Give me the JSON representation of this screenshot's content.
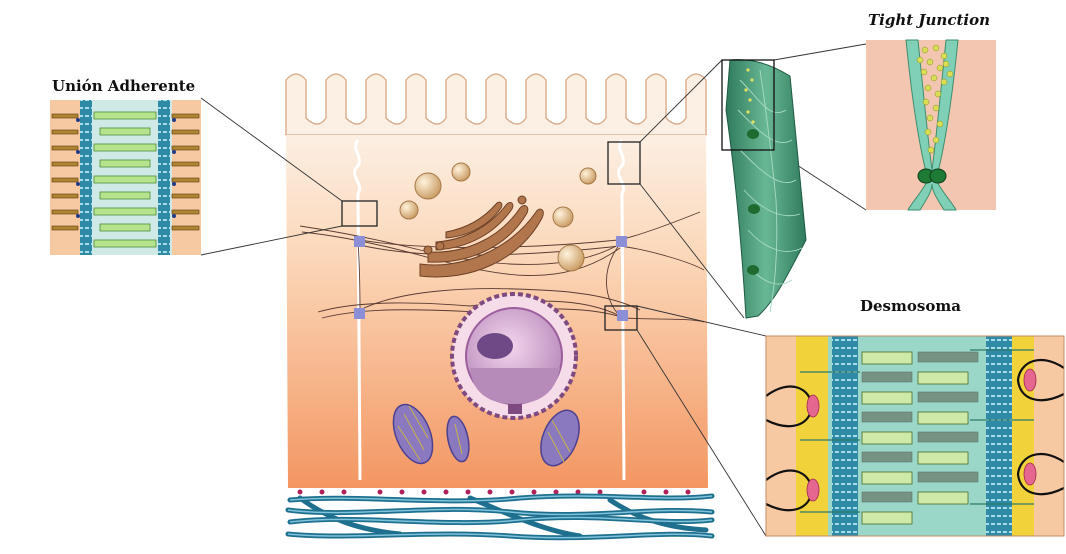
{
  "labels": {
    "adherens": "Unión Adherente",
    "tight": "Tight Junction",
    "desmosome": "Desmosoma"
  },
  "colors": {
    "background": "#ffffff",
    "cytoplasm_top": "#fbe9d8",
    "cytoplasm_bottom": "#f49a6a",
    "membrane": "#f7e1d3",
    "microvilli_outline": "#d8a886",
    "vesicle": "#e7c08f",
    "golgi": "#b2764c",
    "nucleus": "#8e6aa2",
    "mitochondria": "#8a79bf",
    "basement_fibers": "#4a9dbd",
    "tight_strand": "#3e8d6d",
    "tight_panel_bg": "#f3c6b1",
    "adherens_bg": "#cfe9e6",
    "desmosome_bg": "#9ad7c9",
    "desmosome_side": "#f1d23a",
    "plaque": "#e5668f"
  }
}
